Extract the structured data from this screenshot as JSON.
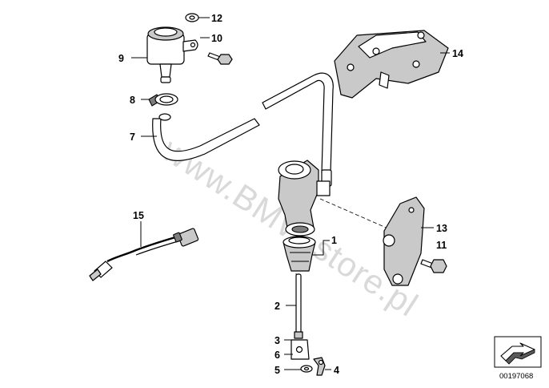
{
  "watermark": "www.BMW-store.pl",
  "diagram_code": "00197068",
  "callouts": [
    {
      "key": "n12",
      "label": "12"
    },
    {
      "key": "n10",
      "label": "10"
    },
    {
      "key": "n9",
      "label": "9"
    },
    {
      "key": "n8",
      "label": "8"
    },
    {
      "key": "n7",
      "label": "7"
    },
    {
      "key": "n14",
      "label": "14"
    },
    {
      "key": "n15",
      "label": "15"
    },
    {
      "key": "n1",
      "label": "1"
    },
    {
      "key": "n13",
      "label": "13"
    },
    {
      "key": "n11",
      "label": "11"
    },
    {
      "key": "n2",
      "label": "2"
    },
    {
      "key": "n3",
      "label": "3"
    },
    {
      "key": "n6",
      "label": "6"
    },
    {
      "key": "n5",
      "label": "5"
    },
    {
      "key": "n4",
      "label": "4"
    }
  ],
  "icons": {
    "reference_box": "arrow-reference-icon"
  }
}
